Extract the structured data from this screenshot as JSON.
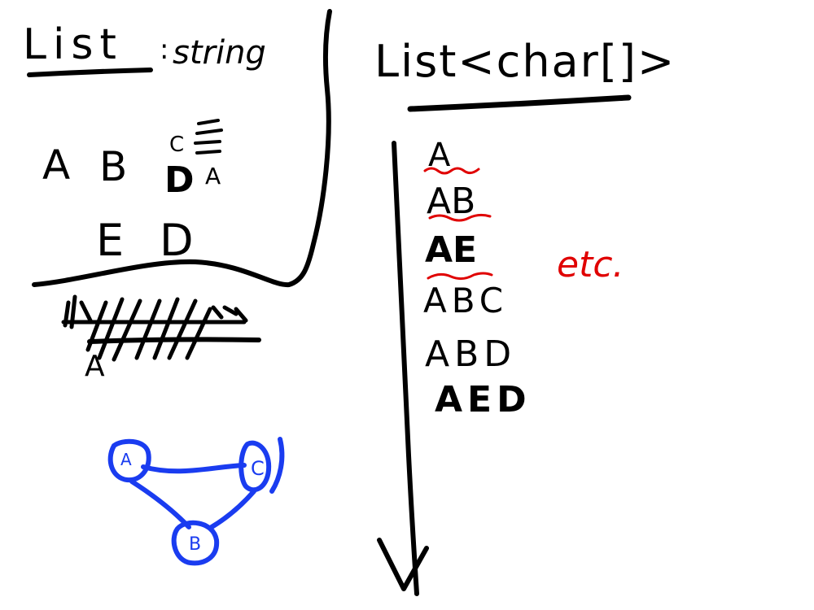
{
  "left_panel": {
    "heading": "List",
    "heading_suffix": "string",
    "letters_row1": [
      "A",
      "B"
    ],
    "letters_stack": {
      "top": "C",
      "mid": "D",
      "side": "A"
    },
    "letters_row2": [
      "E",
      "D"
    ],
    "scribble_letter": "A"
  },
  "graph": {
    "nodes": [
      "A",
      "C",
      "B"
    ]
  },
  "right_panel": {
    "heading": "List<char[]>",
    "sequences": [
      "A",
      "AB",
      "AE",
      "ABC",
      "ABD",
      "AED"
    ],
    "note": "etc."
  },
  "colors": {
    "ink": "#000000",
    "red": "#e00000",
    "blue": "#1a3cf0"
  }
}
